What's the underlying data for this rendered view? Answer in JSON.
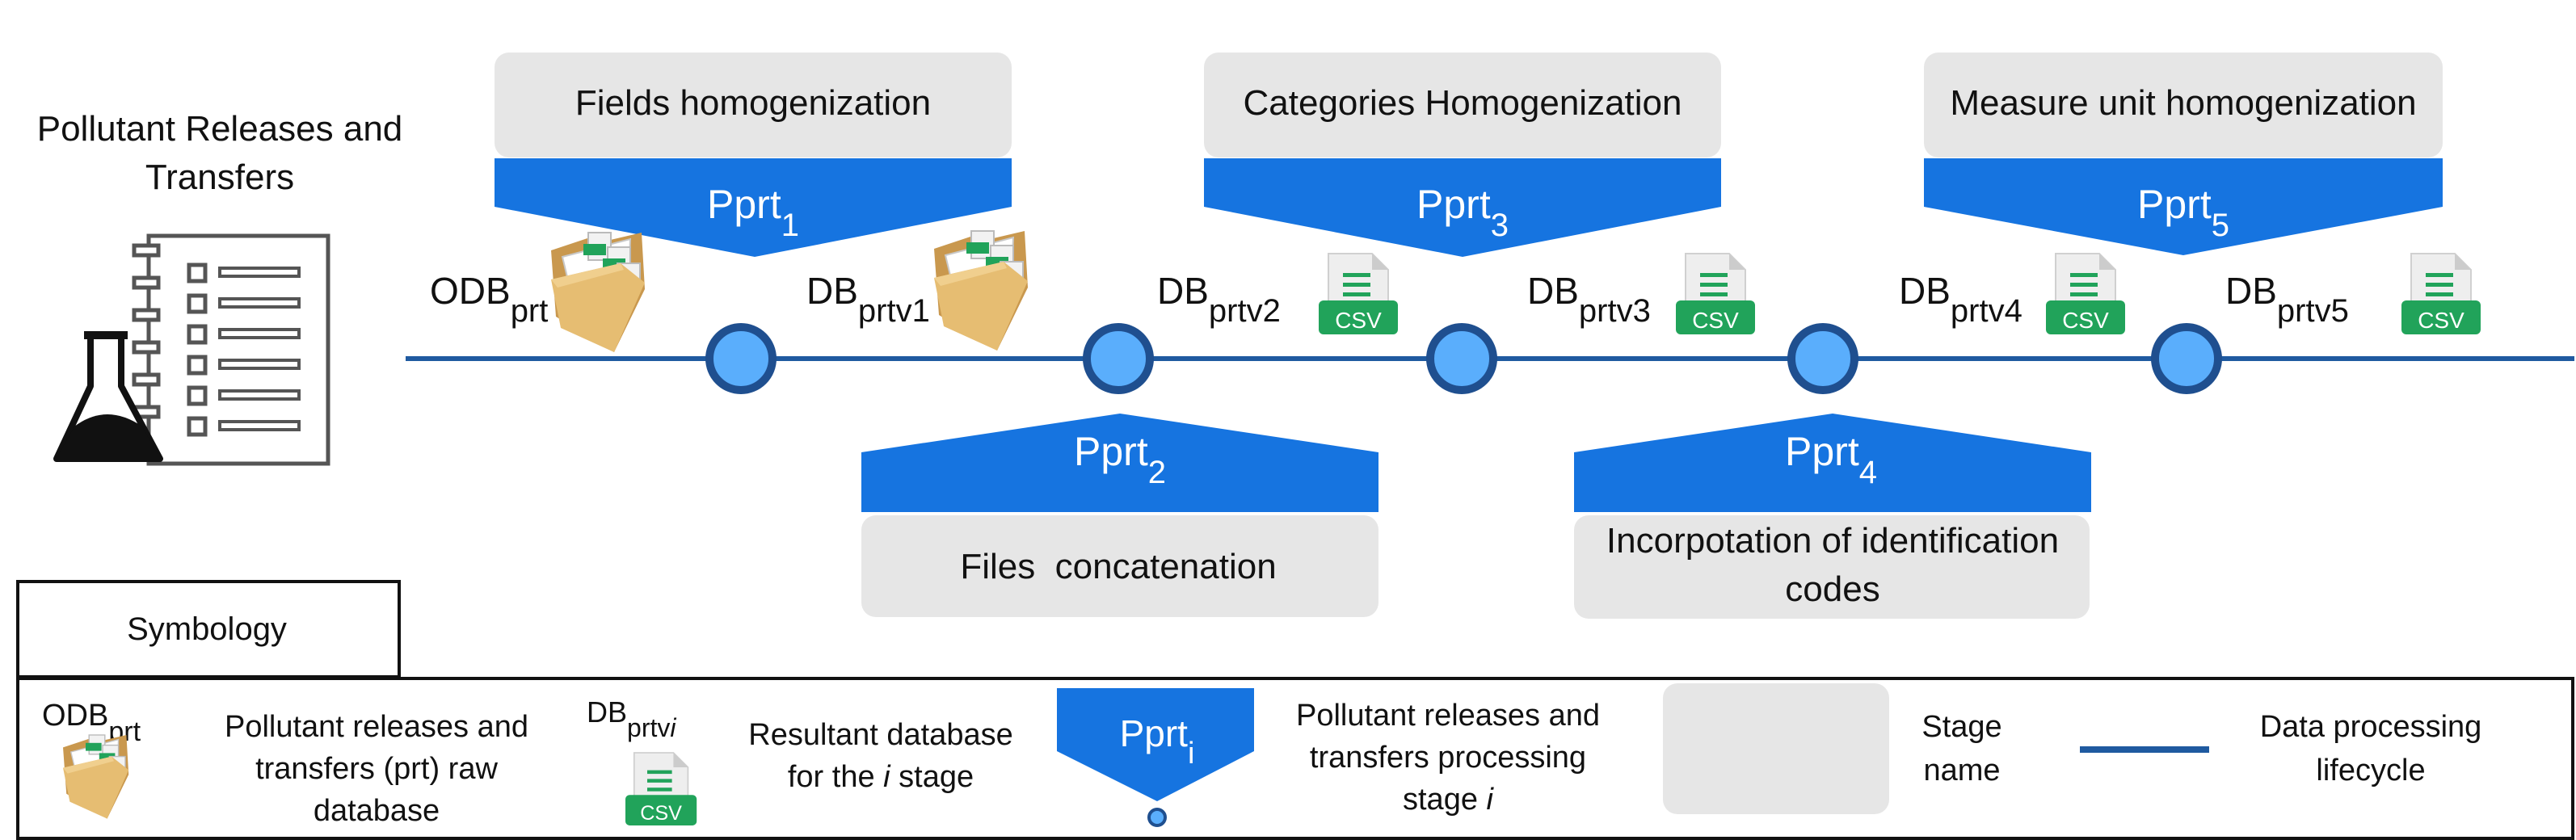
{
  "title_line1": "Pollutant Releases and",
  "title_line2": "Transfers",
  "stage_names": {
    "s1": "Fields homogenization",
    "s2": "Files  concatenation",
    "s3": "Categories Homogenization",
    "s4_line1": "Incorpotation of identification",
    "s4_line2": "codes",
    "s5": "Measure unit homogenization"
  },
  "process_label_base": "Pprt",
  "process_subscripts": [
    "1",
    "2",
    "3",
    "4",
    "5"
  ],
  "db_label_base": "DB",
  "raw_db": {
    "base": "ODB",
    "sub": "prt"
  },
  "db_subscripts": [
    "prtv1",
    "prtv2",
    "prtv3",
    "prtv4",
    "prtv5"
  ],
  "csv_text": "CSV",
  "symbology": {
    "title": "Symbology",
    "odb_base": "ODB",
    "odb_sub": "prt",
    "odb_desc": [
      "Pollutant releases and",
      "transfers (prt) raw",
      "database"
    ],
    "db_base": "DB",
    "db_sub": "prtv",
    "db_sub_italic": "i",
    "db_desc_line1": "Resultant database",
    "db_desc_line2_a": "for the ",
    "db_desc_line2_i": "i",
    "db_desc_line2_b": " stage",
    "proc_base": "Pprt",
    "proc_sub": "i",
    "proc_desc_line1": "Pollutant releases and",
    "proc_desc_line2": "transfers processing",
    "proc_desc_line3_a": "stage ",
    "proc_desc_line3_i": "i",
    "stage_desc": [
      "Stage",
      "name"
    ],
    "line_desc": [
      "Data processing",
      "lifecycle"
    ]
  },
  "colors": {
    "blue_banner": "#1674e0",
    "line": "#1f5aa0",
    "node_fill": "#5aaefc",
    "node_stroke": "#1f4f8f",
    "stage_box": "#e6e6e6",
    "csv_green": "#21a35a",
    "folder": "#d9ae63"
  }
}
